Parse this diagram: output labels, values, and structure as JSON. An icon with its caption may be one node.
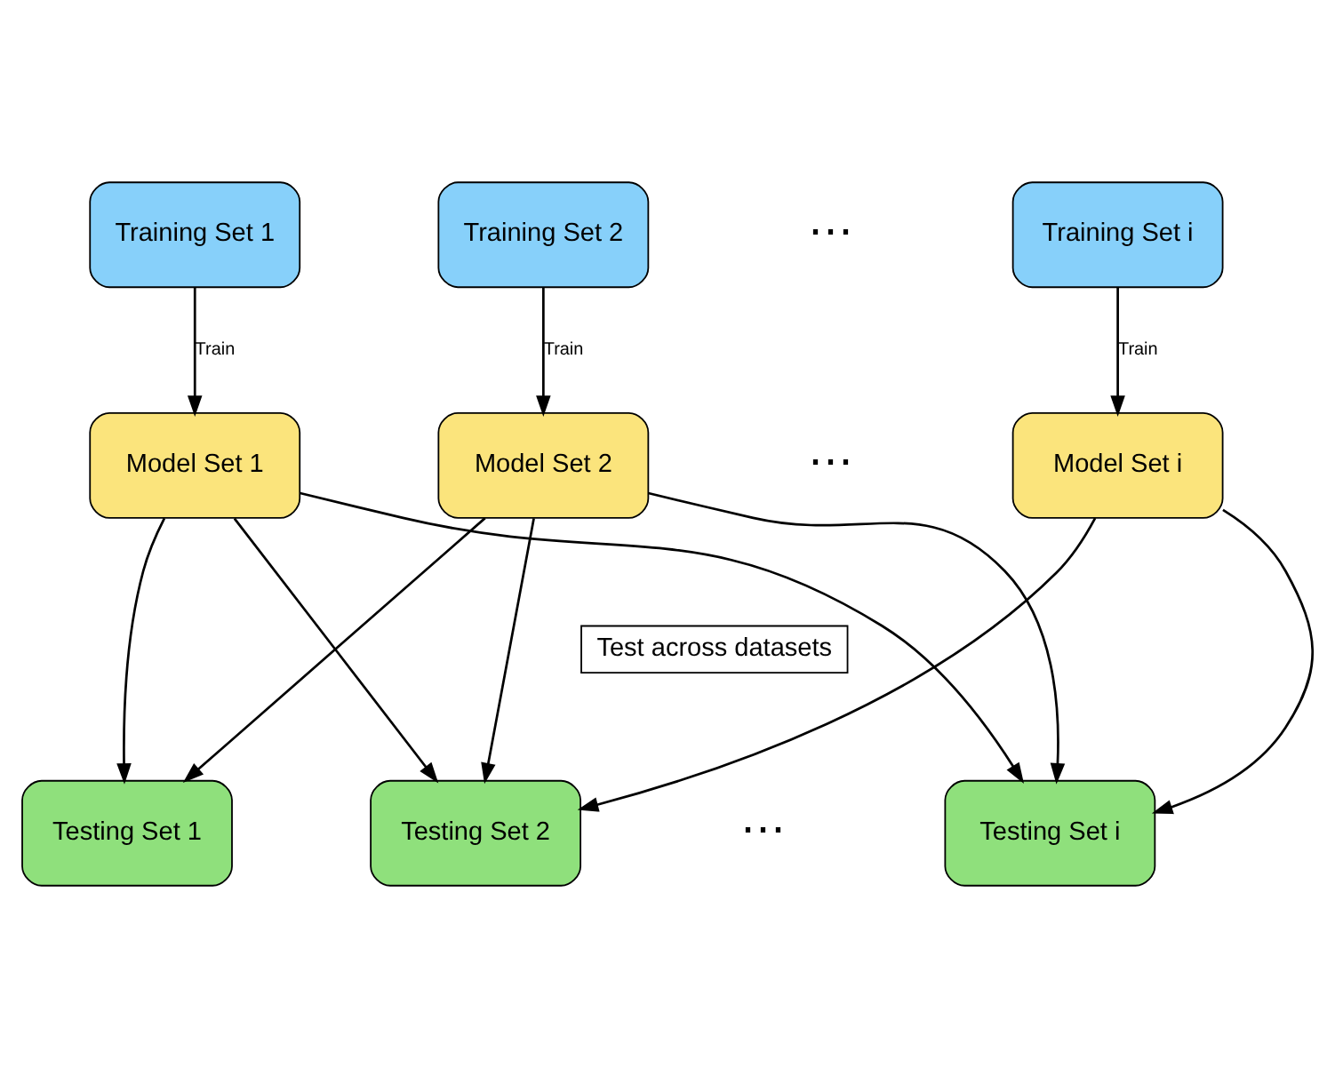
{
  "diagram": {
    "nodes": [
      {
        "text": [
          "Training Set 1"
        ]
      },
      {
        "text": [
          "Training Set 2"
        ]
      },
      {
        "text": [
          "Training Set i"
        ]
      },
      {
        "text": [
          "Model Set 1"
        ]
      },
      {
        "text": [
          "Model Set 2"
        ]
      },
      {
        "text": [
          "Model Set i"
        ]
      },
      {
        "text": [
          "Testing Set 1"
        ]
      },
      {
        "text": [
          "Testing Set 2"
        ]
      },
      {
        "text": [
          "Testing Set i"
        ]
      },
      {
        "text": [
          "Test across datasets"
        ]
      }
    ],
    "edges": [
      {
        "from": 0,
        "to": 3,
        "arrow": "to",
        "label": "Train"
      },
      {
        "from": 1,
        "to": 4,
        "arrow": "to",
        "label": "Train"
      },
      {
        "from": 2,
        "to": 5,
        "arrow": "to",
        "label": "Train"
      },
      {
        "from": 3,
        "to": 6,
        "arrow": "to"
      },
      {
        "from": 3,
        "to": 7,
        "arrow": "to"
      },
      {
        "from": 3,
        "to": 8,
        "arrow": "to"
      },
      {
        "from": 4,
        "to": 6,
        "arrow": "to"
      },
      {
        "from": 4,
        "to": 7,
        "arrow": "to"
      },
      {
        "from": 4,
        "to": 8,
        "arrow": "to"
      },
      {
        "from": 5,
        "to": 7,
        "arrow": "to"
      },
      {
        "from": 5,
        "to": 8,
        "arrow": "to"
      }
    ],
    "labels": [
      "⋯",
      "⋯",
      "⋯"
    ]
  }
}
